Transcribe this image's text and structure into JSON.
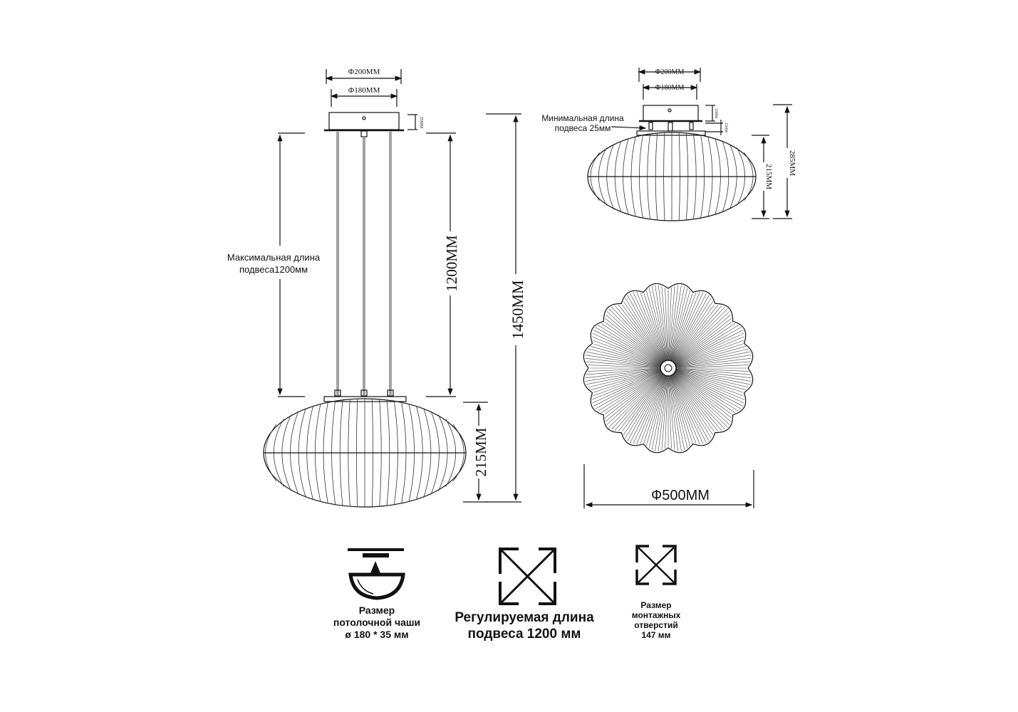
{
  "pendant_view": {
    "canopy_outer": "Ф200MM",
    "canopy_inner": "Ф180MM",
    "canopy_height": "35MM",
    "suspension_dim": "1200MM",
    "total_height": "1450MM",
    "shade_height": "215MM",
    "max_length_line1": "Максимальная длина",
    "max_length_line2": "подвеса1200мм"
  },
  "ceiling_view": {
    "canopy_outer": "Ф200MM",
    "canopy_inner": "Ф180MM",
    "canopy_height": "35MM",
    "min_gap": "25MM",
    "shade_height": "215MM",
    "total_height": "285MM",
    "min_length_line1": "Минимальная длина",
    "min_length_line2": "подвеса 25мм"
  },
  "top_view": {
    "diameter": "Ф500MM"
  },
  "icons": [
    {
      "icon": "ceiling-bowl-icon",
      "lines": [
        "Размер",
        "потолочной чаши",
        "ø 180 * 35 мм"
      ]
    },
    {
      "icon": "expand-arrows-icon",
      "lines": [
        "Регулируемая длина",
        "подвеса 1200 мм"
      ]
    },
    {
      "icon": "expand-arrows-icon",
      "lines": [
        "Размер",
        "монтажных",
        "отверстий",
        "147 мм"
      ]
    }
  ]
}
